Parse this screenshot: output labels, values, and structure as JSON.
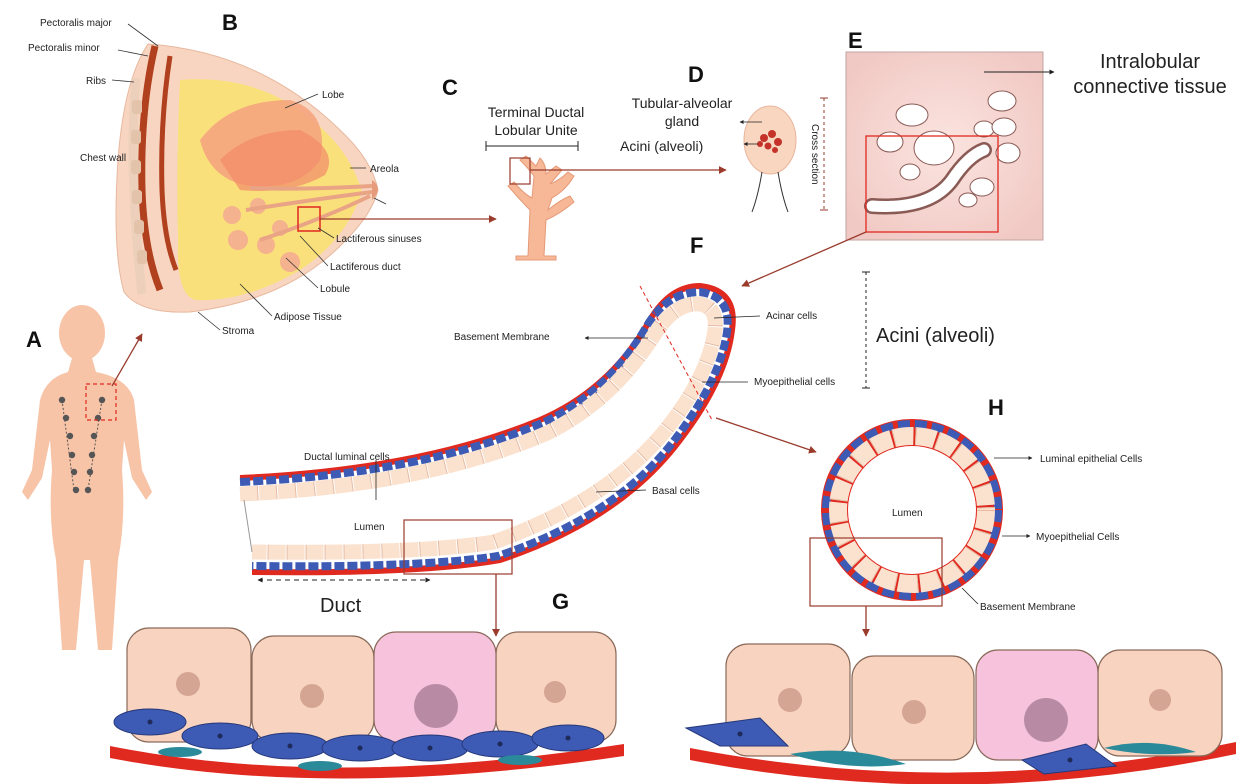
{
  "panels": {
    "A": "A",
    "B": "B",
    "C": "C",
    "D": "D",
    "E": "E",
    "F": "F",
    "G": "G",
    "H": "H"
  },
  "breast": {
    "pectoralis_major": "Pectoralis major",
    "pectoralis_minor": "Pectoralis minor",
    "ribs": "Ribs",
    "chest_wall": "Chest wall",
    "lobe": "Lobe",
    "areola": "Areola",
    "lactiferous_sinuses": "Lactiferous sinuses",
    "lactiferous_duct": "Lactiferous duct",
    "lobule": "Lobule",
    "adipose_tissue": "Adipose Tissue",
    "stroma": "Stroma"
  },
  "tdlu": {
    "title_line1": "Terminal Ductal",
    "title_line2": "Lobular Unite"
  },
  "gland": {
    "tubular_line1": "Tubular-alveolar",
    "tubular_line2": "gland",
    "acini": "Acini (alveoli)",
    "cross_section": "Cross section"
  },
  "tissue": {
    "line1": "Intralobular",
    "line2": "connective tissue"
  },
  "duct": {
    "acinar_cells": "Acinar cells",
    "basement_membrane": "Basement Membrane",
    "myoepithelial_cells": "Myoepithelial cells",
    "acini_label": "Acini (alveoli)",
    "ductal_luminal_cells": "Ductal luminal cells",
    "basal_cells": "Basal cells",
    "lumen": "Lumen",
    "duct": "Duct"
  },
  "acinus": {
    "luminal_epithelial": "Luminal epithelial Cells",
    "lumen": "Lumen",
    "myoepithelial": "Myoepithelial Cells",
    "basement_membrane": "Basement Membrane"
  },
  "colors": {
    "skin": "#f7c4a8",
    "adipose": "#f9e07a",
    "lobe": "#f4a57e",
    "muscle": "#b0401e",
    "membrane": "#e0291f",
    "myoepithelial": "#3d5bb5",
    "luminal": "#fbe2cf",
    "pink_cell": "#f7c3dc",
    "arrow": "#9a3b2c"
  }
}
